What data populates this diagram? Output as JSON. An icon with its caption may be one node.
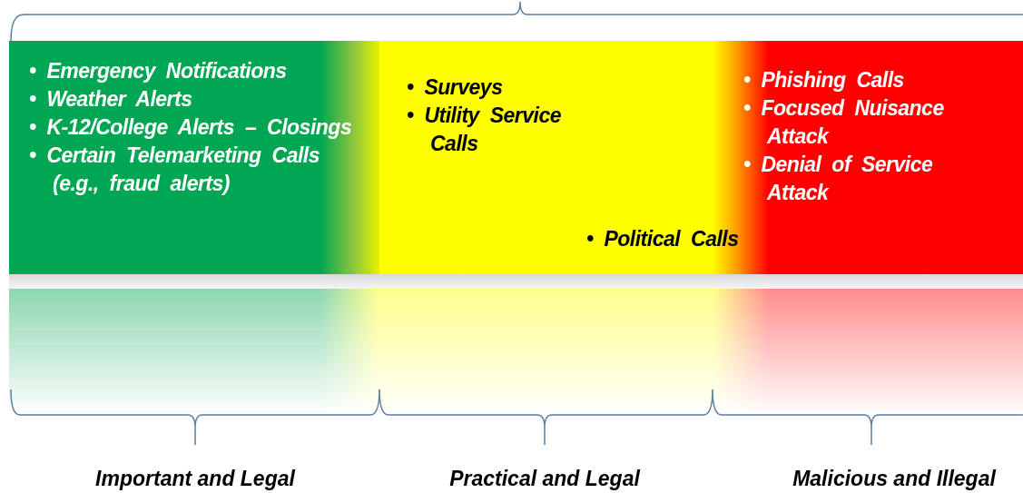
{
  "diagram": {
    "nodes": [
      {
        "text": [
          "• Emergency Notifications",
          "• Weather Alerts",
          "• K-12/College Alerts – Closings",
          "• Certain Telemarketing Calls (e.g., fraud alerts)"
        ]
      },
      {
        "text": [
          "• Surveys",
          "• Utility Service Calls"
        ]
      },
      {
        "text": [
          "• Phishing Calls",
          "• Focused Nuisance Attack",
          "• Denial of Service Attack"
        ]
      }
    ],
    "labels": [
      "• Political Calls",
      "Important and Legal",
      "Practical and Legal",
      "Malicious and Illegal"
    ]
  }
}
